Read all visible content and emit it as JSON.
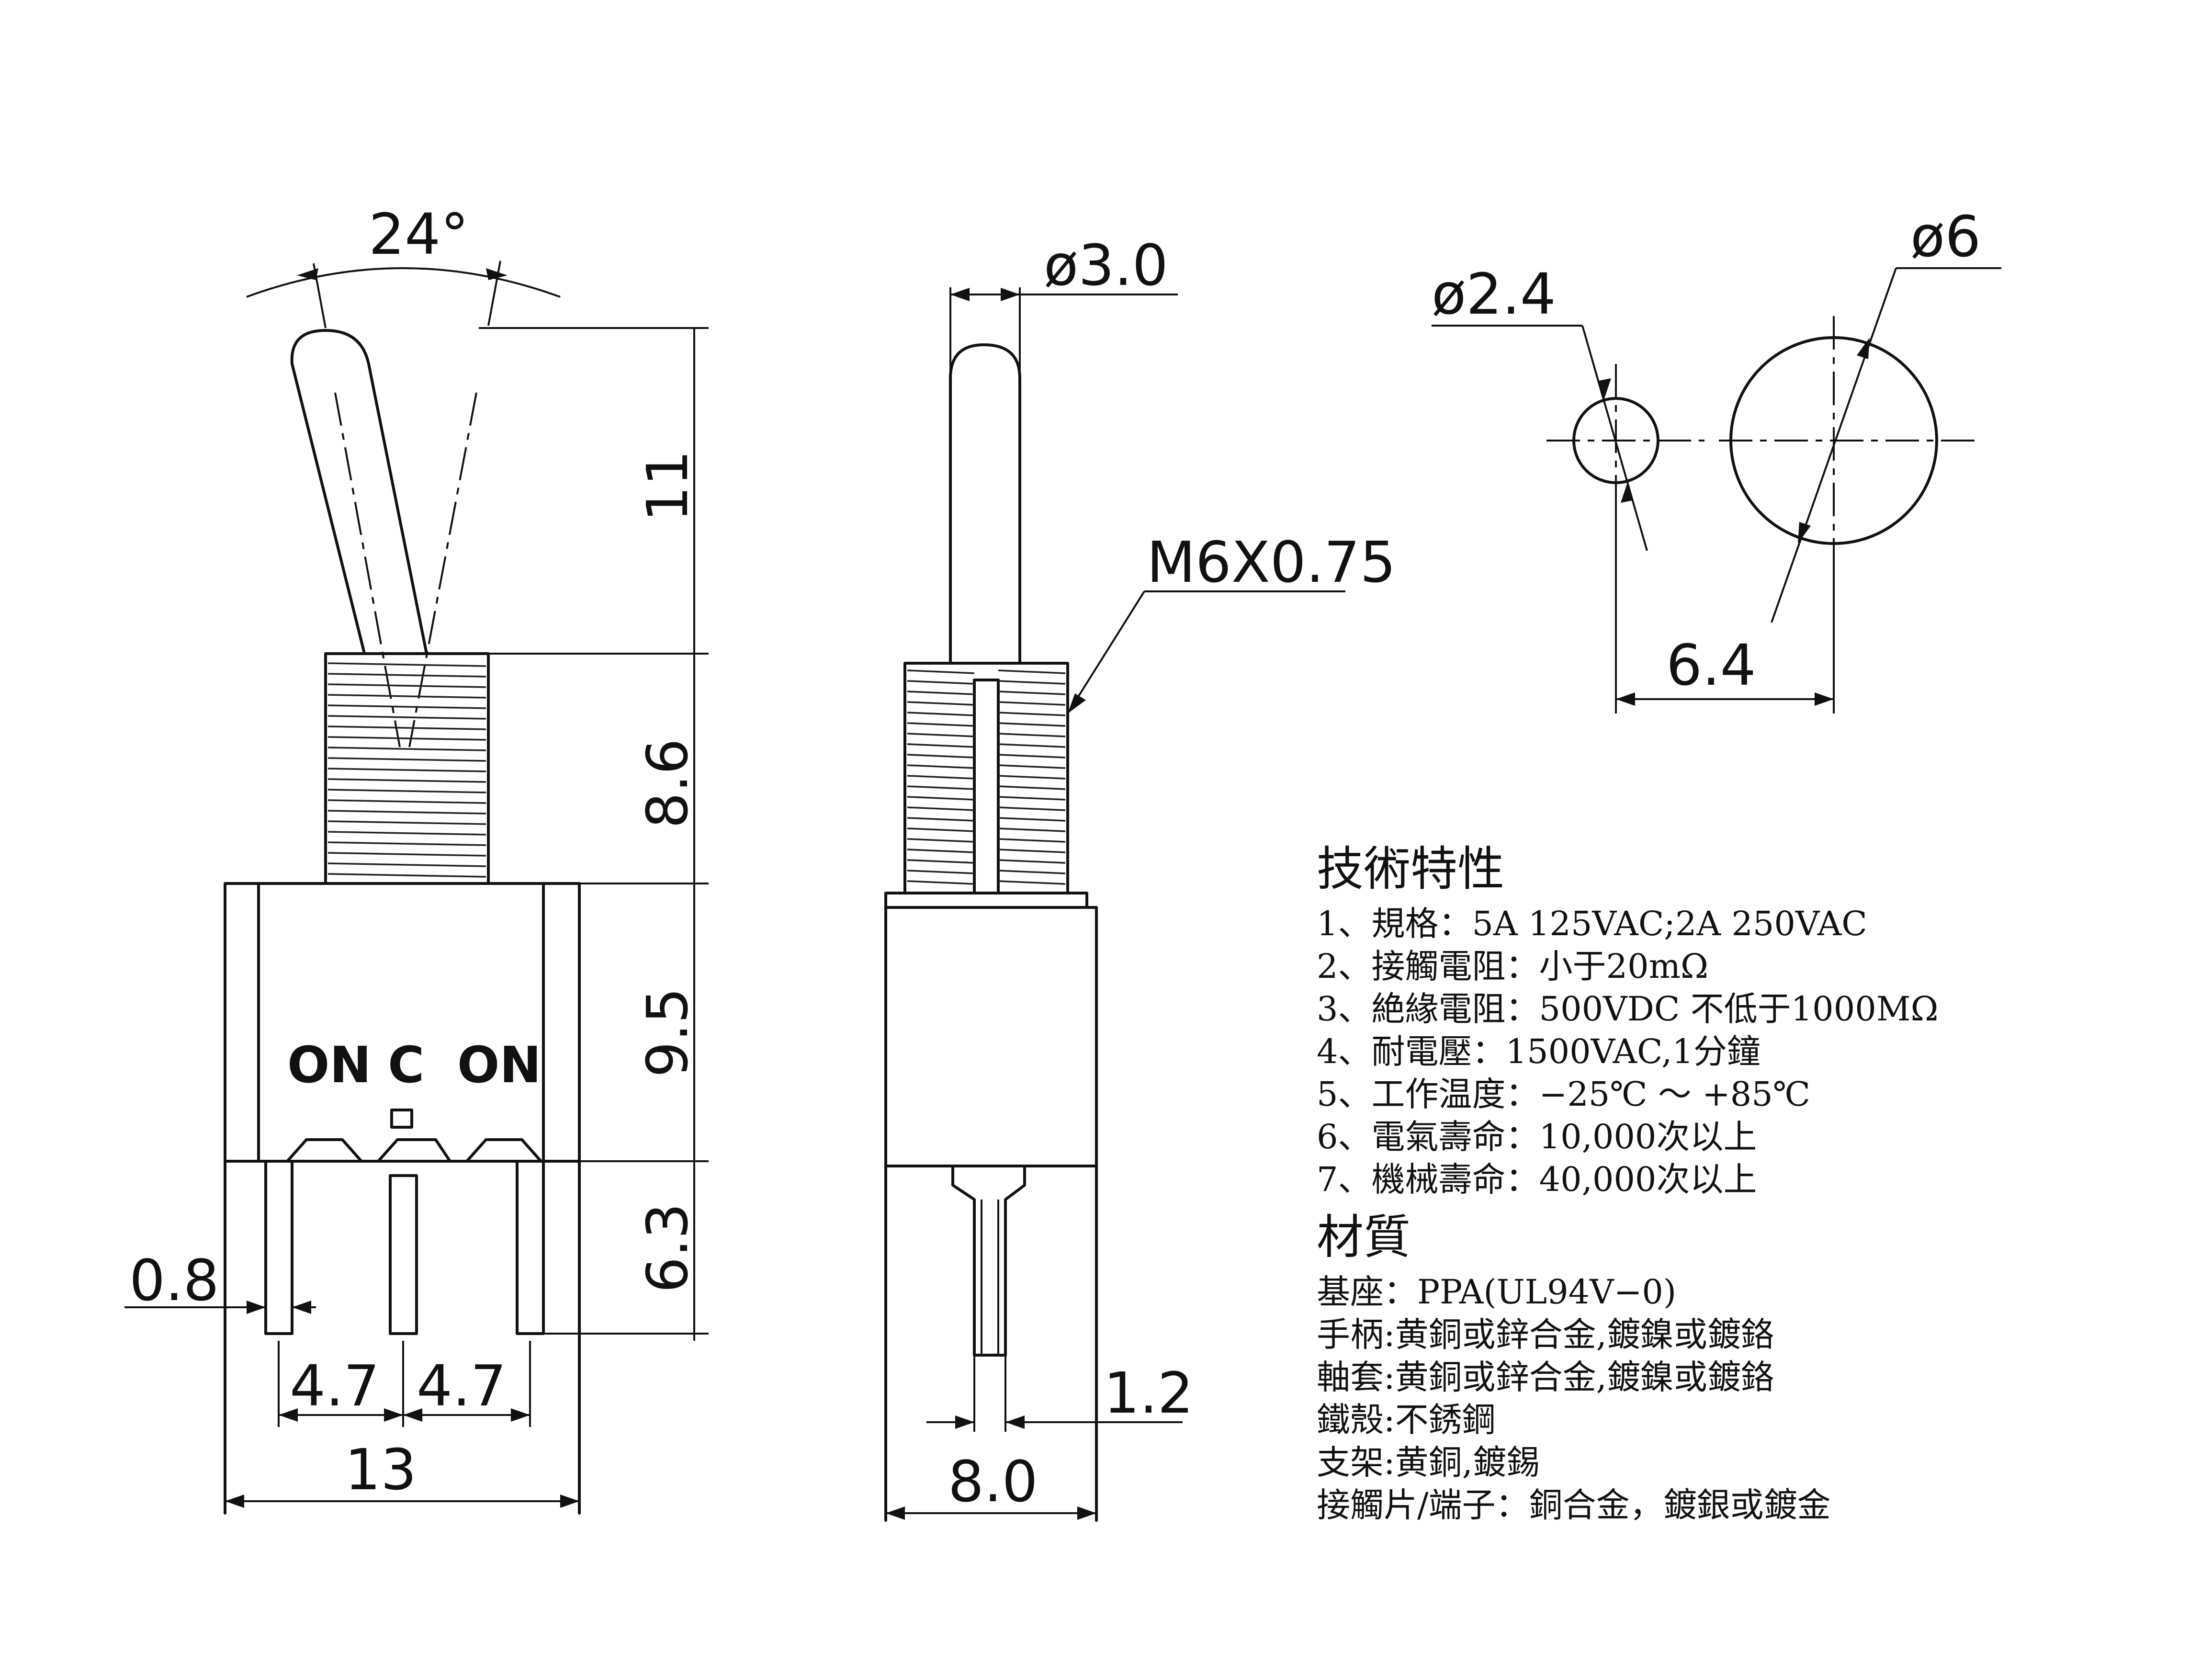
{
  "dimensions": {
    "lever_angle": "24°",
    "lever_length": "11",
    "bushing_length": "8.6",
    "body_height": "9.5",
    "pin_length": "6.3",
    "pin_width": "0.8",
    "pin_pitch_left": "4.7",
    "pin_pitch_right": "4.7",
    "body_width": "13",
    "lever_diameter": "ø3.0",
    "thread_spec": "M6X0.75",
    "side_pin_width": "1.2",
    "side_body_width": "8.0",
    "hole_small": "ø2.4",
    "hole_large": "ø6",
    "hole_spacing": "6.4"
  },
  "body_markings": {
    "left": "ON",
    "center": "C",
    "right": "ON"
  },
  "specs": {
    "tech_title": "技術特性",
    "tech_items": [
      "1、規格：5A 125VAC;2A 250VAC",
      "2、接觸電阻：小于20mΩ",
      "3、絶緣電阻：500VDC 不低于1000MΩ",
      "4、耐電壓：1500VAC,1分鐘",
      "5、工作温度：−25℃ ～ +85℃",
      "6、電氣壽命：10,000次以上",
      "7、機械壽命：40,000次以上"
    ],
    "material_title": "材質",
    "material_items": [
      "基座：PPA(UL94V−0)",
      "手柄:黄銅或鋅合金,鍍鎳或鍍鉻",
      "軸套:黄銅或鋅合金,鍍鎳或鍍鉻",
      "鐵殼:不銹鋼",
      "支架:黄銅,鍍錫",
      "接觸片/端子：銅合金，鍍銀或鍍金"
    ]
  }
}
